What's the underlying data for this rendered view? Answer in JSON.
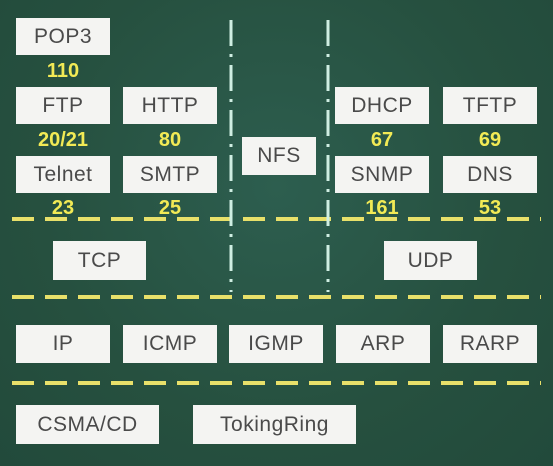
{
  "colors": {
    "board": "#275446",
    "box": "#f4f4f2",
    "box_text": "#4a4a4a",
    "port": "#f2ea55",
    "separator": "#e8e06a",
    "divider": "#cfeee2"
  },
  "application_layer": {
    "pop3": {
      "label": "POP3",
      "port": "110"
    },
    "ftp": {
      "label": "FTP",
      "port": "20/21"
    },
    "http": {
      "label": "HTTP",
      "port": "80"
    },
    "telnet": {
      "label": "Telnet",
      "port": "23"
    },
    "smtp": {
      "label": "SMTP",
      "port": "25"
    },
    "nfs": {
      "label": "NFS"
    },
    "dhcp": {
      "label": "DHCP",
      "port": "67"
    },
    "tftp": {
      "label": "TFTP",
      "port": "69"
    },
    "snmp": {
      "label": "SNMP",
      "port": "161"
    },
    "dns": {
      "label": "DNS",
      "port": "53"
    }
  },
  "transport_layer": {
    "tcp": {
      "label": "TCP"
    },
    "udp": {
      "label": "UDP"
    }
  },
  "network_layer": {
    "ip": {
      "label": "IP"
    },
    "icmp": {
      "label": "ICMP"
    },
    "igmp": {
      "label": "IGMP"
    },
    "arp": {
      "label": "ARP"
    },
    "rarp": {
      "label": "RARP"
    }
  },
  "link_layer": {
    "csma_cd": {
      "label": "CSMA/CD"
    },
    "token_ring": {
      "label": "TokingRing"
    }
  }
}
